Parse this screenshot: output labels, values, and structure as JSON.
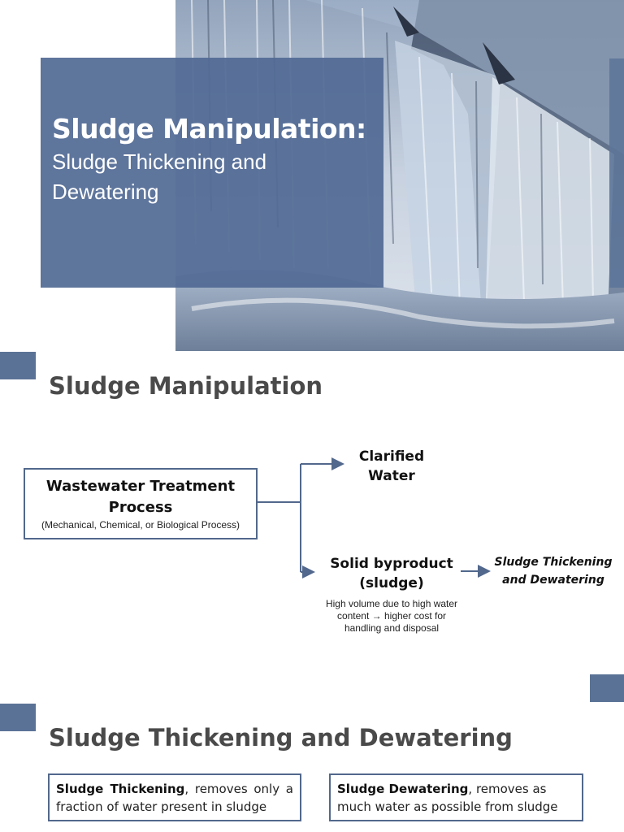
{
  "slide1": {
    "title": "Sludge Manipulation:",
    "subtitle": "Sludge Thickening and Dewatering",
    "background_image": "waterfall-weir-photo"
  },
  "slide2": {
    "heading": "Sludge Manipulation",
    "process_box": {
      "title": "Wastewater Treatment Process",
      "subtitle": "(Mechanical, Chemical, or Biological Process)"
    },
    "output_clarified": "Clarified Water",
    "output_solid": "Solid byproduct (sludge)",
    "solid_note": "High volume due to high water content → higher cost for handling and disposal",
    "next_step": "Sludge Thickening and Dewatering"
  },
  "slide3": {
    "heading": "Sludge Thickening and Dewatering",
    "thickening": {
      "term": "Sludge Thickening",
      "description": ", removes only a fraction of water present in sludge"
    },
    "dewatering": {
      "term": "Sludge Dewatering",
      "description": ", removes as much water as possible from sludge"
    }
  },
  "colors": {
    "accent": "#5a7296",
    "title_overlay": "#526b94",
    "box_border": "#52688c",
    "heading_text": "#4a4a4a"
  }
}
